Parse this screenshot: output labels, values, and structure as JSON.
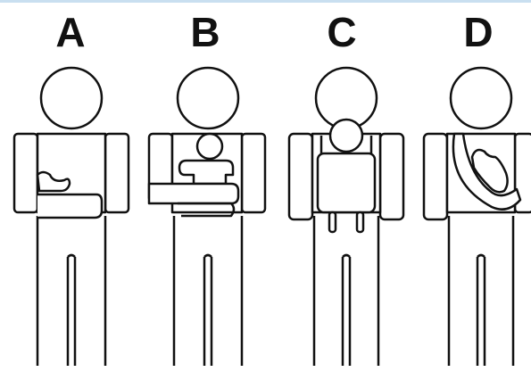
{
  "panels": [
    {
      "label": "A",
      "icon": "cradle-hold-icon"
    },
    {
      "label": "B",
      "icon": "upright-hold-icon"
    },
    {
      "label": "C",
      "icon": "front-carrier-icon"
    },
    {
      "label": "D",
      "icon": "sling-carrier-icon"
    }
  ],
  "colors": {
    "stroke": "#111111",
    "fill": "#ffffff",
    "accent_rule": "#c9dff0"
  }
}
